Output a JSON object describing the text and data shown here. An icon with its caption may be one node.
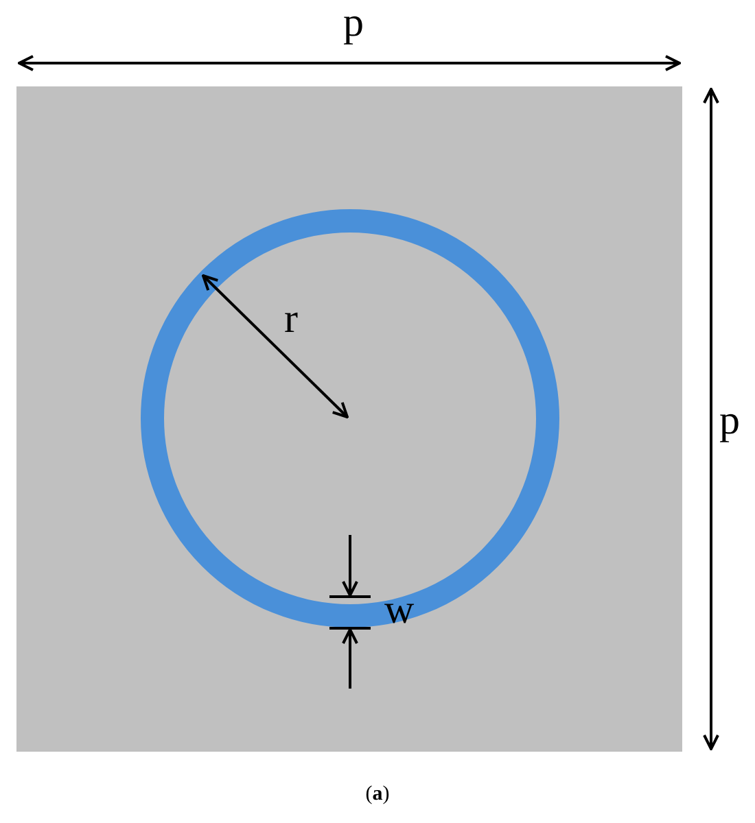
{
  "diagram": {
    "caption": "(**a**)",
    "labels": [
      "p",
      "p",
      "r",
      "w"
    ]
  }
}
